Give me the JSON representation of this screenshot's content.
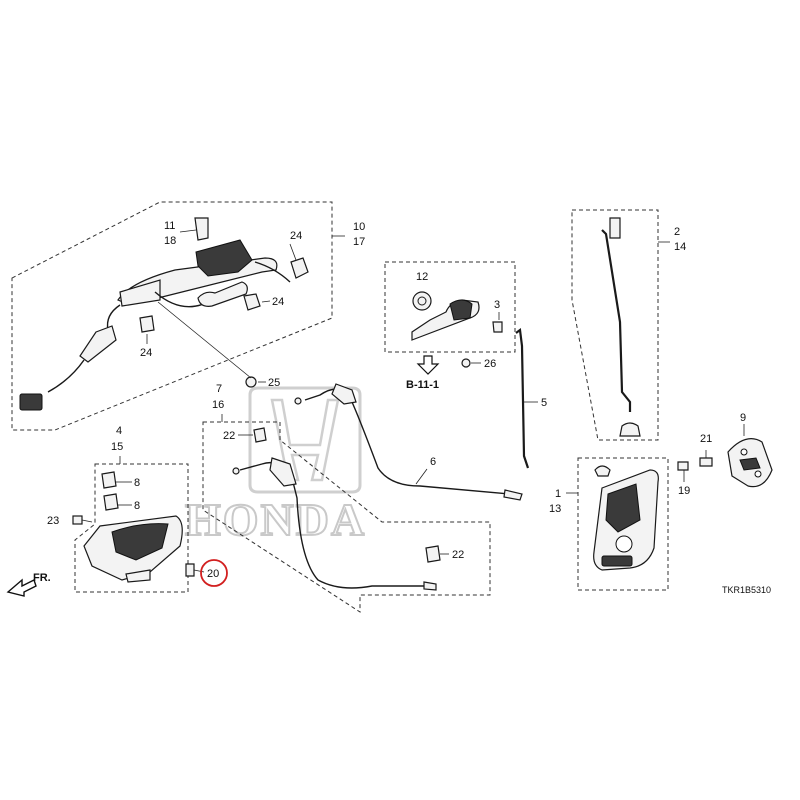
{
  "diagram_code": "TKR1B5310",
  "reference": "B-11-1",
  "front_indicator": "FR.",
  "watermark": "HONDA",
  "highlighted_part": "20",
  "callouts": {
    "c1": "1",
    "c2": "2",
    "c3": "3",
    "c4": "4",
    "c5": "5",
    "c6": "6",
    "c7": "7",
    "c8a": "8",
    "c8b": "8",
    "c9": "9",
    "c10": "10",
    "c11": "11",
    "c12": "12",
    "c13": "13",
    "c14": "14",
    "c15": "15",
    "c16": "16",
    "c17": "17",
    "c18": "18",
    "c19": "19",
    "c20": "20",
    "c21": "21",
    "c22a": "22",
    "c22b": "22",
    "c23": "23",
    "c24a": "24",
    "c24b": "24",
    "c24c": "24",
    "c25": "25",
    "c26": "26"
  },
  "colors": {
    "highlight": "#d21f1f",
    "watermark": "#c9c9c9",
    "ink": "#1a1a1a"
  }
}
